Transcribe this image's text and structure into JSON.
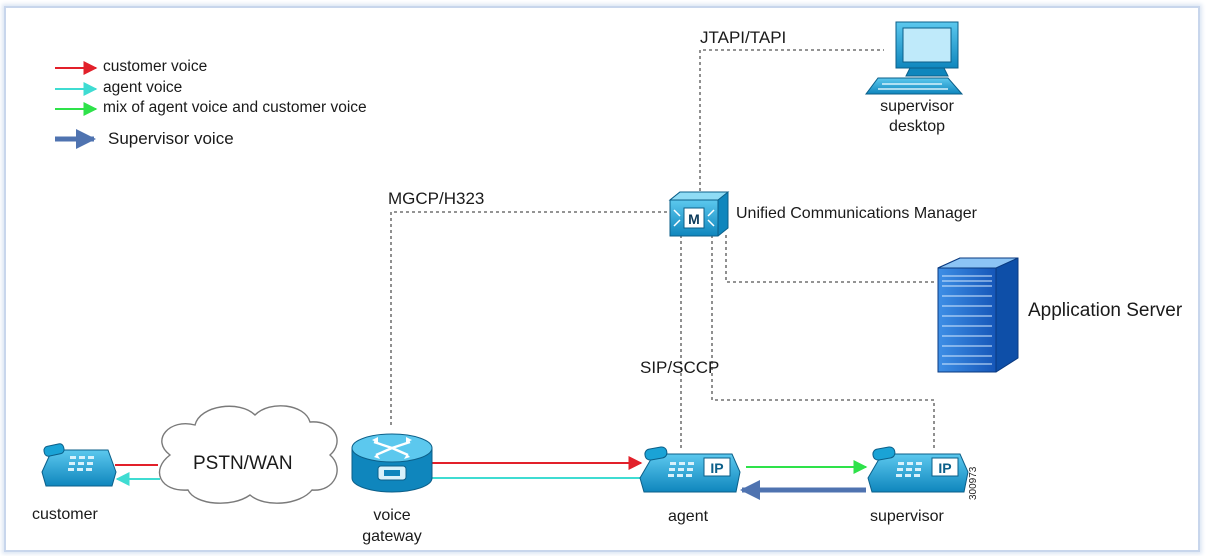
{
  "legend": {
    "items": [
      {
        "label": "customer voice",
        "color": "#e2202a"
      },
      {
        "label": "agent voice",
        "color": "#3fdcd2"
      },
      {
        "label": "mix of agent voice and customer voice",
        "color": "#2ee24a"
      },
      {
        "label": "Supervisor voice",
        "color": "#4f73b0"
      }
    ]
  },
  "protocols": {
    "jtapi": "JTAPI/TAPI",
    "mgcp": "MGCP/H323",
    "sip": "SIP/SCCP"
  },
  "nodes": {
    "supervisor_desktop": {
      "line1": "supervisor",
      "line2": "desktop",
      "icon": "desktop-computer-icon"
    },
    "ucm": {
      "label": "Unified Communications Manager",
      "badge": "M",
      "icon": "call-manager-icon"
    },
    "app_server": {
      "label": "Application Server",
      "icon": "server-tower-icon"
    },
    "cloud": {
      "label": "PSTN/WAN",
      "icon": "cloud-icon"
    },
    "customer": {
      "label": "customer",
      "icon": "phone-icon"
    },
    "gateway": {
      "line1": "voice",
      "line2": "gateway",
      "icon": "voice-gateway-router-icon"
    },
    "agent": {
      "label": "agent",
      "badge": "IP",
      "icon": "ip-phone-icon"
    },
    "supervisor": {
      "label": "supervisor",
      "badge": "IP",
      "icon": "ip-phone-icon"
    }
  },
  "figure_id": "300973",
  "colors": {
    "customer_voice": "#e2202a",
    "agent_voice": "#3fdcd2",
    "mix_voice": "#2ee24a",
    "supervisor_voice": "#4f73b0",
    "device_blue": "#1aa3d6",
    "server_blue": "#1d6fd2"
  }
}
